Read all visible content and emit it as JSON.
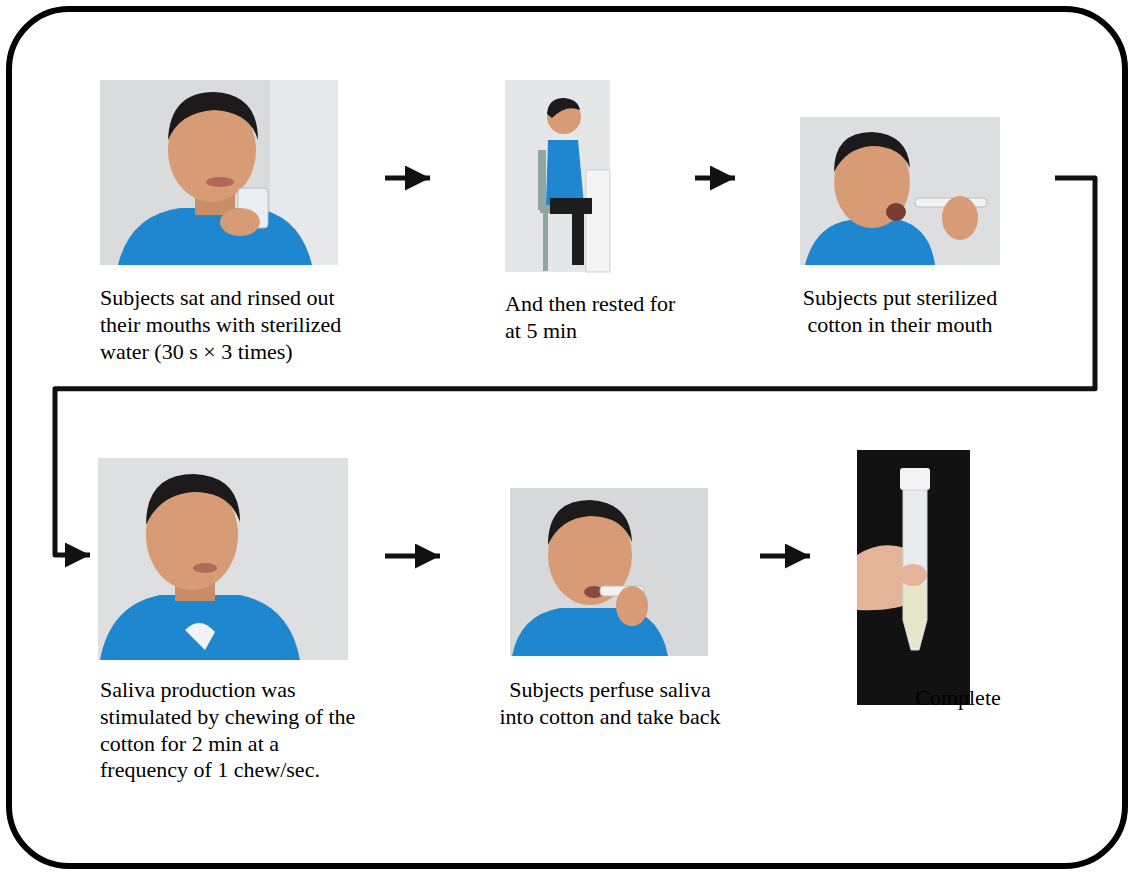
{
  "diagram": {
    "nodes": [
      {
        "text": [
          "Subjects sat and rinsed out their mouths with sterilized water (30 s × 3 times)"
        ]
      },
      {
        "text": [
          "And then rested for at 5 min"
        ]
      },
      {
        "text": [
          "Subjects put sterilized cotton in their mouth"
        ]
      },
      {
        "text": [
          "Saliva production was stimulated by chewing of the cotton for 2 min at a frequency of 1 chew/sec."
        ]
      },
      {
        "text": [
          "Subjects perfuse saliva into cotton and take back"
        ]
      },
      {
        "text": [
          "Complete"
        ]
      }
    ],
    "edges": [
      {
        "from": 0,
        "to": 1,
        "arrow": "to"
      },
      {
        "from": 1,
        "to": 2,
        "arrow": "to"
      },
      {
        "from": 2,
        "to": 3,
        "arrow": "to"
      },
      {
        "from": 3,
        "to": 4,
        "arrow": "to"
      },
      {
        "from": 4,
        "to": 5,
        "arrow": "to"
      }
    ]
  }
}
